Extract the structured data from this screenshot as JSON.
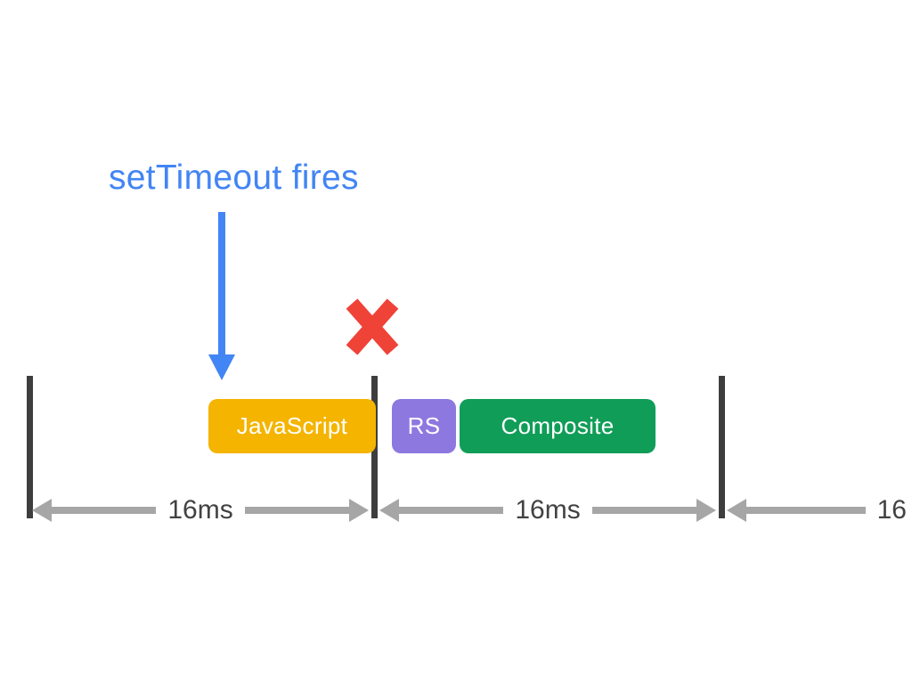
{
  "annotation": {
    "label": "setTimeout fires"
  },
  "blocks": [
    {
      "label": "JavaScript",
      "color": "#F4B400"
    },
    {
      "label": "RS",
      "color": "#8D78E0"
    },
    {
      "label": "Composite",
      "color": "#109D58"
    }
  ],
  "intervals": [
    {
      "label": "16ms"
    },
    {
      "label": "16ms"
    },
    {
      "label": "16"
    }
  ],
  "icons": {
    "settimeout_arrow_icon": "down-arrow",
    "dropped_frame_cross_icon": "red-cross-x",
    "interval_left_arrowhead_icon": "triangle-left",
    "interval_right_arrowhead_icon": "triangle-right",
    "frame_boundary_tick": "vertical-bar"
  },
  "colors": {
    "background": "#FFFFFF",
    "annotation_blue": "#4285F4",
    "cross_red": "#EF4337",
    "tick_dark": "#3E3E3E",
    "measure_gray": "#A6A6A6",
    "measure_label": "#424242",
    "block_text": "#FFFFFF"
  }
}
